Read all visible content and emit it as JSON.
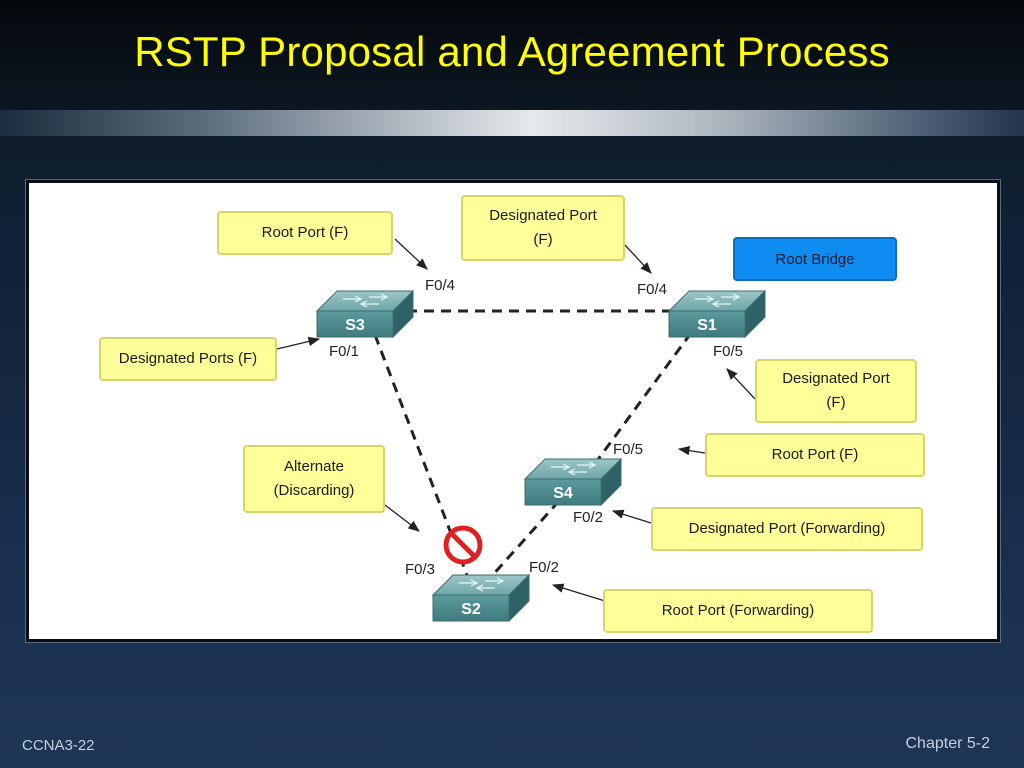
{
  "title": "RSTP Proposal and Agreement Process",
  "footer": {
    "left": "CCNA3-22",
    "right": "Chapter 5-2"
  },
  "colors": {
    "title": "#ffff00",
    "label_fill": "#ffff99",
    "root_bridge_fill": "#0f8cf2",
    "switch": "#4f8e92",
    "block": "#e02020"
  },
  "switches": {
    "s3": "S3",
    "s1": "S1",
    "s4": "S4",
    "s2": "S2"
  },
  "ports": {
    "s3_f04": "F0/4",
    "s1_f04": "F0/4",
    "s3_f01": "F0/1",
    "s1_f05": "F0/5",
    "s4_f05": "F0/5",
    "s4_f02": "F0/2",
    "s2_f03": "F0/3",
    "s2_f02": "F0/2"
  },
  "labels": {
    "s3_root_port": "Root Port (F)",
    "s1_designated_line1": "Designated Port",
    "s1_designated_line2": "(F)",
    "root_bridge": "Root Bridge",
    "s3_designated_ports": "Designated Ports (F)",
    "s1_f05_designated_line1": "Designated Port",
    "s1_f05_designated_line2": "(F)",
    "s4_root_port": "Root Port (F)",
    "alternate_line1": "Alternate",
    "alternate_line2": "(Discarding)",
    "s4_designated_forwarding": "Designated Port (Forwarding)",
    "s2_root_forwarding": "Root Port (Forwarding)"
  },
  "icons": {
    "blocked": "blocked-port-icon",
    "switch": "switch-icon"
  }
}
